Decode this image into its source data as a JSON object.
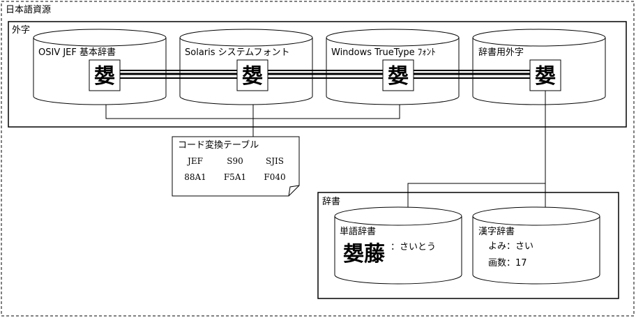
{
  "root": {
    "label": "日本語資源"
  },
  "gaiji": {
    "label": "外字",
    "cylinders": [
      {
        "label": "OSIV JEF 基本辞書",
        "glyph": "嫢"
      },
      {
        "label": "Solaris システムフォント",
        "glyph": "嫢"
      },
      {
        "label": "Windows TrueType ﾌｫﾝﾄ",
        "glyph": "嫢"
      },
      {
        "label": "辞書用外字",
        "glyph": "嫢"
      }
    ]
  },
  "code_table": {
    "title": "コード変換テーブル",
    "headers": [
      "JEF",
      "S90",
      "SJIS"
    ],
    "values": [
      "88A1",
      "F5A1",
      "F040"
    ]
  },
  "jisho": {
    "label": "辞書",
    "word_dict": {
      "label": "単語辞書",
      "word": "嫢藤",
      "reading": "：さいとう"
    },
    "kanji_dict": {
      "label": "漢字辞書",
      "yomi": "よみ：さい",
      "strokes": "画数：17"
    }
  },
  "colors": {
    "line": "#000000",
    "background": "#ffffff"
  }
}
